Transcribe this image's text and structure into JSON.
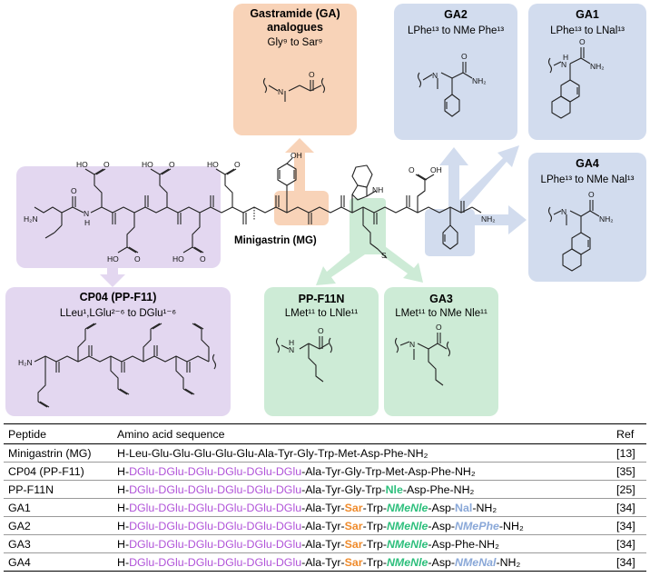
{
  "boxes": {
    "gastramide": {
      "title_line1": "Gastramide (GA)",
      "title_line2": "analogues",
      "subtitle": "Gly⁹ to Sar⁹"
    },
    "ga2": {
      "title": "GA2",
      "subtitle": "LPhe¹³ to NMe Phe¹³"
    },
    "ga1": {
      "title": "GA1",
      "subtitle": "LPhe¹³ to LNal¹³"
    },
    "ga4": {
      "title": "GA4",
      "subtitle": "LPhe¹³ to NMe Nal¹³"
    },
    "cp04": {
      "title": "CP04 (PP-F11)",
      "subtitle": "LLeu¹,LGlu²⁻⁶ to DGlu¹⁻⁶"
    },
    "ppf11n": {
      "title": "PP-F11N",
      "subtitle": "LMet¹¹ to LNle¹¹"
    },
    "ga3": {
      "title": "GA3",
      "subtitle": "LMet¹¹ to NMe Nle¹¹"
    }
  },
  "structure": {
    "label": "Minigastrin (MG)",
    "atoms": {
      "ho": "HO",
      "oh": "OH",
      "nh": "NH",
      "nh2": "NH₂",
      "h2n": "H₂N",
      "h": "H",
      "n": "N",
      "o": "O",
      "s": "S"
    }
  },
  "table": {
    "headers": {
      "peptide": "Peptide",
      "sequence": "Amino acid sequence",
      "ref": "Ref"
    },
    "rows": [
      {
        "peptide": "Minigastrin (MG)",
        "ref": "[13]",
        "segments": [
          {
            "t": "H-Leu-Glu-Glu-Glu-Glu-Glu-Ala-Tyr-Gly-Trp-Met-Asp-Phe-NH₂",
            "c": ""
          }
        ]
      },
      {
        "peptide": "CP04 (PP-F11)",
        "ref": "[35]",
        "segments": [
          {
            "t": "H-",
            "c": ""
          },
          {
            "t": "DGlu-DGlu-DGlu-DGlu-DGlu-DGlu",
            "c": "purple"
          },
          {
            "t": "-Ala-Tyr-Gly-Trp-Met-Asp-Phe-NH₂",
            "c": ""
          }
        ]
      },
      {
        "peptide": "PP-F11N",
        "ref": "[25]",
        "segments": [
          {
            "t": "H-",
            "c": ""
          },
          {
            "t": "DGlu-DGlu-DGlu-DGlu-DGlu-DGlu",
            "c": "purple"
          },
          {
            "t": "-Ala-Tyr-Gly-Trp-",
            "c": ""
          },
          {
            "t": "Nle",
            "c": "green"
          },
          {
            "t": "-Asp-Phe-NH₂",
            "c": ""
          }
        ]
      },
      {
        "peptide": "GA1",
        "ref": "[34]",
        "segments": [
          {
            "t": "H-",
            "c": ""
          },
          {
            "t": "DGlu-DGlu-DGlu-DGlu-DGlu-DGlu",
            "c": "purple"
          },
          {
            "t": "-Ala-Tyr-",
            "c": ""
          },
          {
            "t": "Sar",
            "c": "orange"
          },
          {
            "t": "-Trp-",
            "c": ""
          },
          {
            "t": "NMeNle",
            "c": "green"
          },
          {
            "t": "-Asp-",
            "c": ""
          },
          {
            "t": "Nal",
            "c": "blue"
          },
          {
            "t": "-NH₂",
            "c": ""
          }
        ]
      },
      {
        "peptide": "GA2",
        "ref": "[34]",
        "segments": [
          {
            "t": "H-",
            "c": ""
          },
          {
            "t": "DGlu-DGlu-DGlu-DGlu-DGlu-DGlu",
            "c": "purple"
          },
          {
            "t": "-Ala-Tyr-",
            "c": ""
          },
          {
            "t": "Sar",
            "c": "orange"
          },
          {
            "t": "-Trp-",
            "c": ""
          },
          {
            "t": "NMeNle",
            "c": "green"
          },
          {
            "t": "-Asp-",
            "c": ""
          },
          {
            "t": "NMePhe",
            "c": "blue"
          },
          {
            "t": "-NH₂",
            "c": ""
          }
        ]
      },
      {
        "peptide": "GA3",
        "ref": "[34]",
        "segments": [
          {
            "t": "H-",
            "c": ""
          },
          {
            "t": "DGlu-DGlu-DGlu-DGlu-DGlu-DGlu",
            "c": "purple"
          },
          {
            "t": "-Ala-Tyr-",
            "c": ""
          },
          {
            "t": "Sar",
            "c": "orange"
          },
          {
            "t": "-Trp-",
            "c": ""
          },
          {
            "t": "NMeNle",
            "c": "green"
          },
          {
            "t": "-Asp-Phe-NH₂",
            "c": ""
          }
        ]
      },
      {
        "peptide": "GA4",
        "ref": "[34]",
        "segments": [
          {
            "t": "H-",
            "c": ""
          },
          {
            "t": "DGlu-DGlu-DGlu-DGlu-DGlu-DGlu",
            "c": "purple"
          },
          {
            "t": "-Ala-Tyr-",
            "c": ""
          },
          {
            "t": "Sar",
            "c": "orange"
          },
          {
            "t": "-Trp-",
            "c": ""
          },
          {
            "t": "NMeNle",
            "c": "green"
          },
          {
            "t": "-Asp-",
            "c": ""
          },
          {
            "t": "NMeNal",
            "c": "blue"
          },
          {
            "t": "-NH₂",
            "c": ""
          }
        ]
      }
    ]
  },
  "colors": {
    "purple": "#e3d7f0",
    "orange": "#f8d3b8",
    "green": "#cdebd6",
    "blue": "#d2dcee",
    "purple_text": "#b052d8",
    "orange_text": "#ef8b2c",
    "green_text": "#2dbf7c",
    "blue_text": "#8aa8d8"
  }
}
